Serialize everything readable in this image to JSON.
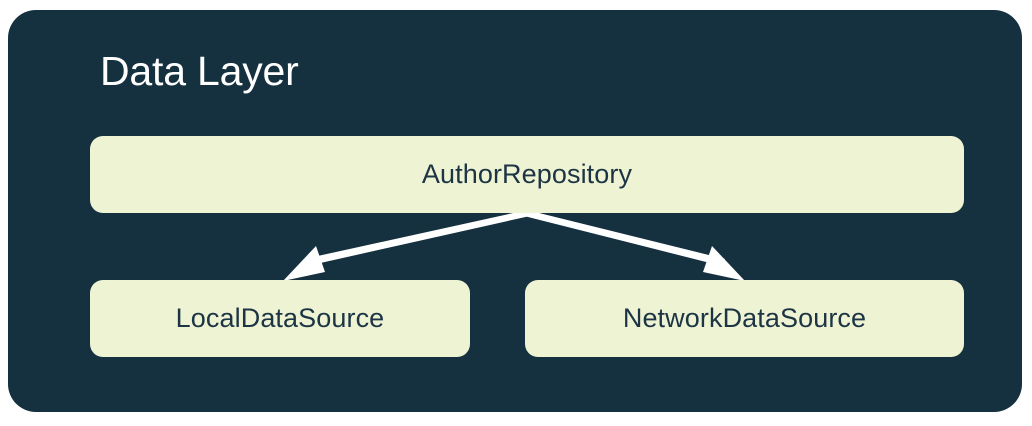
{
  "diagram": {
    "title": "Data Layer",
    "panel_color": "#15303f",
    "node_fill_color": "#eef3d3",
    "node_text_color": "#1c3444",
    "title_color": "#ffffff",
    "edge_color": "#ffffff",
    "nodes": [
      {
        "id": "author-repository",
        "label": "AuthorRepository"
      },
      {
        "id": "local-data-source",
        "label": "LocalDataSource"
      },
      {
        "id": "network-data-source",
        "label": "NetworkDataSource"
      }
    ],
    "edges": [
      {
        "from": "AuthorRepository",
        "to": "LocalDataSource"
      },
      {
        "from": "AuthorRepository",
        "to": "NetworkDataSource"
      }
    ]
  }
}
